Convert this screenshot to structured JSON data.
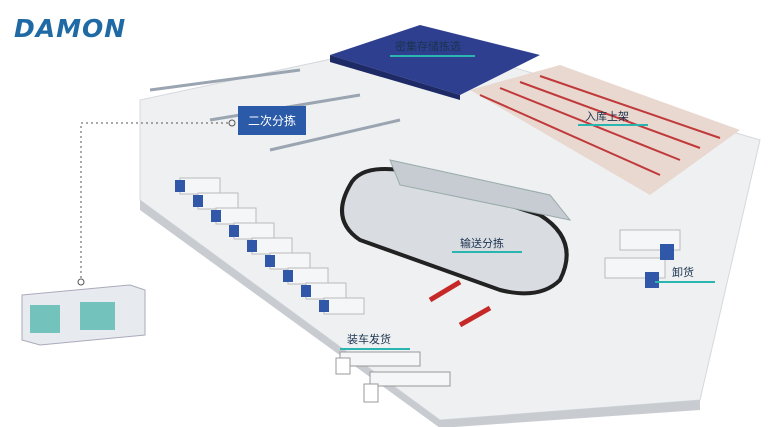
{
  "brand": {
    "logo_text": "DAMON",
    "accent": "#2ab5b1",
    "primary": "#2a5aa8"
  },
  "zones": {
    "dense_storage": "密集存储拣选",
    "putaway": "入库上架",
    "secondary_sort": "二次分拣",
    "conveyor_sort": "输送分拣",
    "unloading": "卸货",
    "loading_ship": "装车发货"
  }
}
